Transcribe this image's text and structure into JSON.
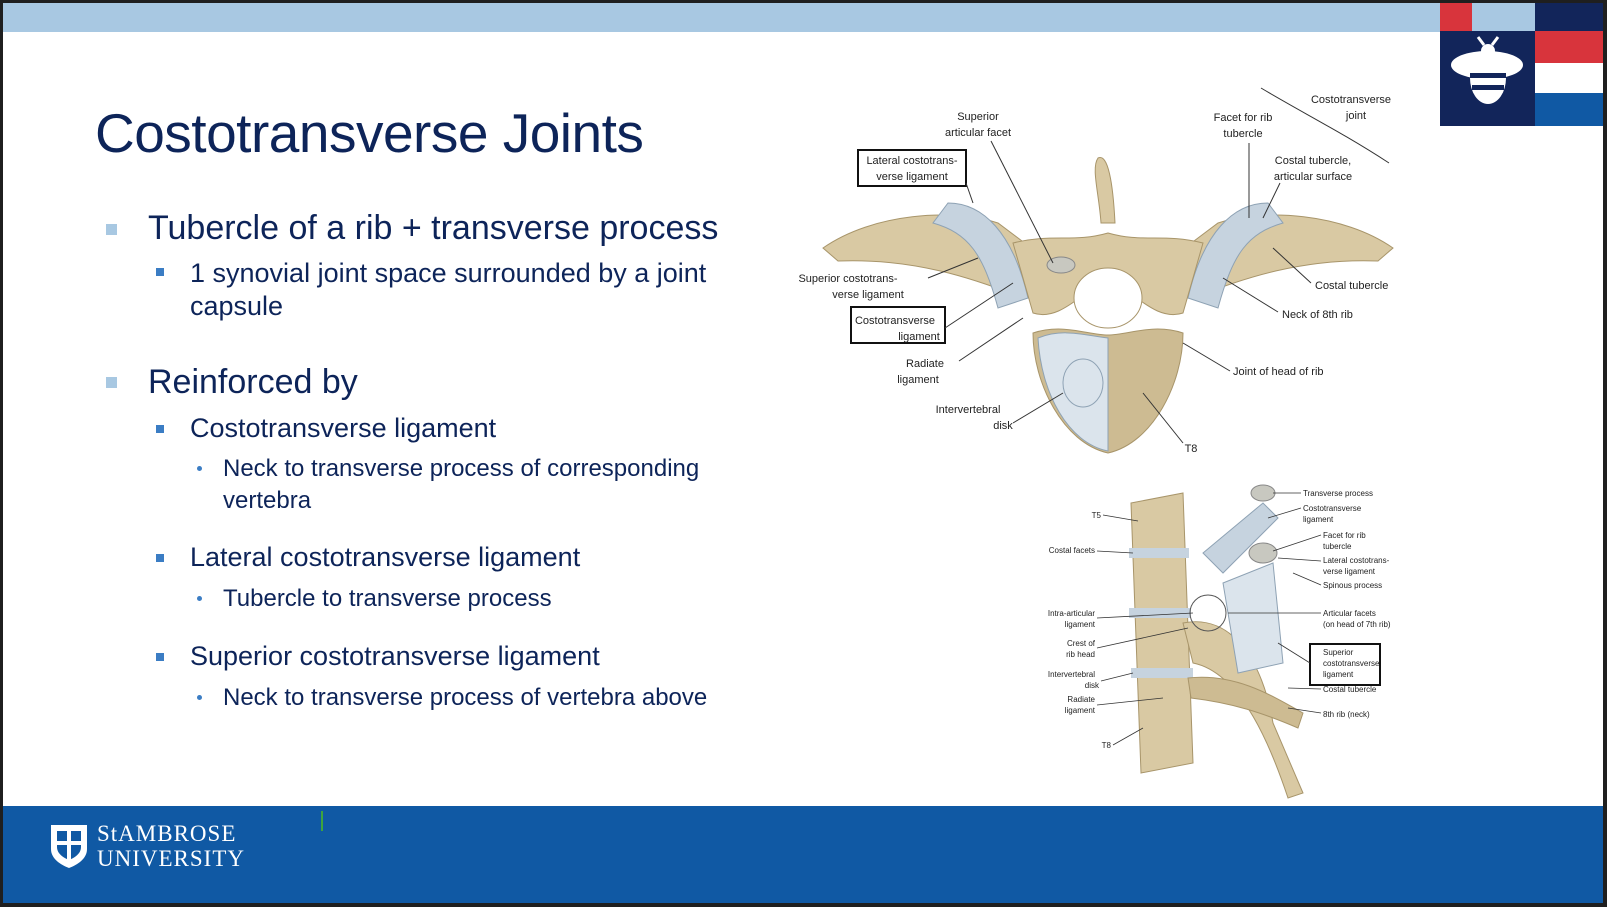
{
  "slide": {
    "title": "Costotransverse Joints",
    "bullets": [
      {
        "level": 1,
        "text": "Tubercle of a rib + transverse process"
      },
      {
        "level": 2,
        "text_lines": [
          "1 synovial joint space surrounded by a joint",
          "capsule"
        ]
      },
      {
        "level": 1,
        "text": "Reinforced by"
      },
      {
        "level": 2,
        "text": "Costotransverse ligament"
      },
      {
        "level": 3,
        "text_lines": [
          "Neck to transverse process of corresponding",
          "vertebra"
        ]
      },
      {
        "level": 2,
        "text": "Lateral costotransverse ligament"
      },
      {
        "level": 3,
        "text": "Tubercle to transverse process"
      },
      {
        "level": 2,
        "text": "Superior costotransverse ligament"
      },
      {
        "level": 3,
        "text": "Neck to transverse process of vertebra above"
      }
    ]
  },
  "figure_top": {
    "labels": {
      "superior_articular_facet": [
        "Superior",
        "articular facet"
      ],
      "lateral_costotransverse_ligament": [
        "Lateral costotrans-",
        "verse ligament"
      ],
      "facet_for_rib_tubercle": [
        "Facet for rib",
        "tubercle"
      ],
      "costotransverse_joint": [
        "Costotransverse",
        "joint"
      ],
      "costal_tubercle_articular_surface": [
        "Costal tubercle,",
        "articular surface"
      ],
      "superior_costotransverse_ligament": [
        "Superior costotrans-",
        "verse ligament"
      ],
      "costotransverse_ligament": [
        "Costotransverse",
        "ligament"
      ],
      "radiate_ligament": [
        "Radiate",
        "ligament"
      ],
      "intervertebral_disk": [
        "Intervertebral",
        "disk"
      ],
      "costal_tubercle": "Costal tubercle",
      "neck_of_8th_rib": "Neck of 8th rib",
      "joint_of_head_of_rib": "Joint of head of rib",
      "t8": "T8"
    }
  },
  "figure_bottom": {
    "labels": {
      "t5": "T5",
      "costal_facets": "Costal facets",
      "intra_articular_ligament": [
        "Intra-articular",
        "ligament"
      ],
      "crest_of_rib_head": [
        "Crest of",
        "rib head"
      ],
      "intervertebral_disk": [
        "Intervertebral",
        "disk"
      ],
      "radiate_ligament": [
        "Radiate",
        "ligament"
      ],
      "t8": "T8",
      "transverse_process": "Transverse process",
      "costotransverse_ligament": [
        "Costotransverse",
        "ligament"
      ],
      "facet_for_rib_tubercle": [
        "Facet for rib",
        "tubercle"
      ],
      "lateral_costotransverse_ligament": [
        "Lateral costotrans-",
        "verse ligament"
      ],
      "spinous_process": "Spinous process",
      "articular_facets": [
        "Articular facets",
        "(on head of 7th rib)"
      ],
      "superior_costotransverse_ligament": [
        "Superior",
        "costotransverse",
        "ligament"
      ],
      "costal_tubercle": "Costal tubercle",
      "eighth_rib_neck": "8th rib (neck)"
    }
  },
  "footer": {
    "university_line1": "StAMBROSE",
    "university_line2": "UNIVERSITY"
  },
  "colors": {
    "title": "#0d2459",
    "top_band": "#a8c8e2",
    "footer": "#1059a4",
    "bone": "#d9c9a3",
    "ligament": "#c6d3df"
  }
}
